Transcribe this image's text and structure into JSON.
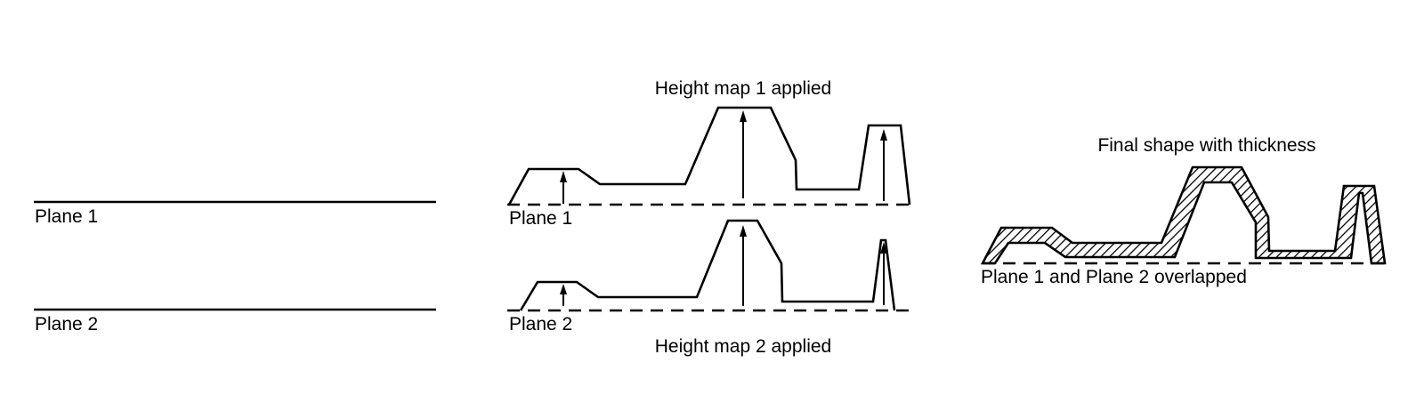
{
  "labels": {
    "plane1": "Plane 1",
    "plane2": "Plane 2",
    "plane1_mapped": "Plane 1",
    "plane2_mapped": "Plane 2",
    "height_map_1": "Height map 1 applied",
    "height_map_2": "Height map 2 applied",
    "final_shape": "Final shape with thickness",
    "overlapped": "Plane 1 and Plane 2 overlapped"
  },
  "icons": {
    "height_arrow": "arrow-up-icon",
    "hatch_fill": "diagonal-hatch"
  }
}
